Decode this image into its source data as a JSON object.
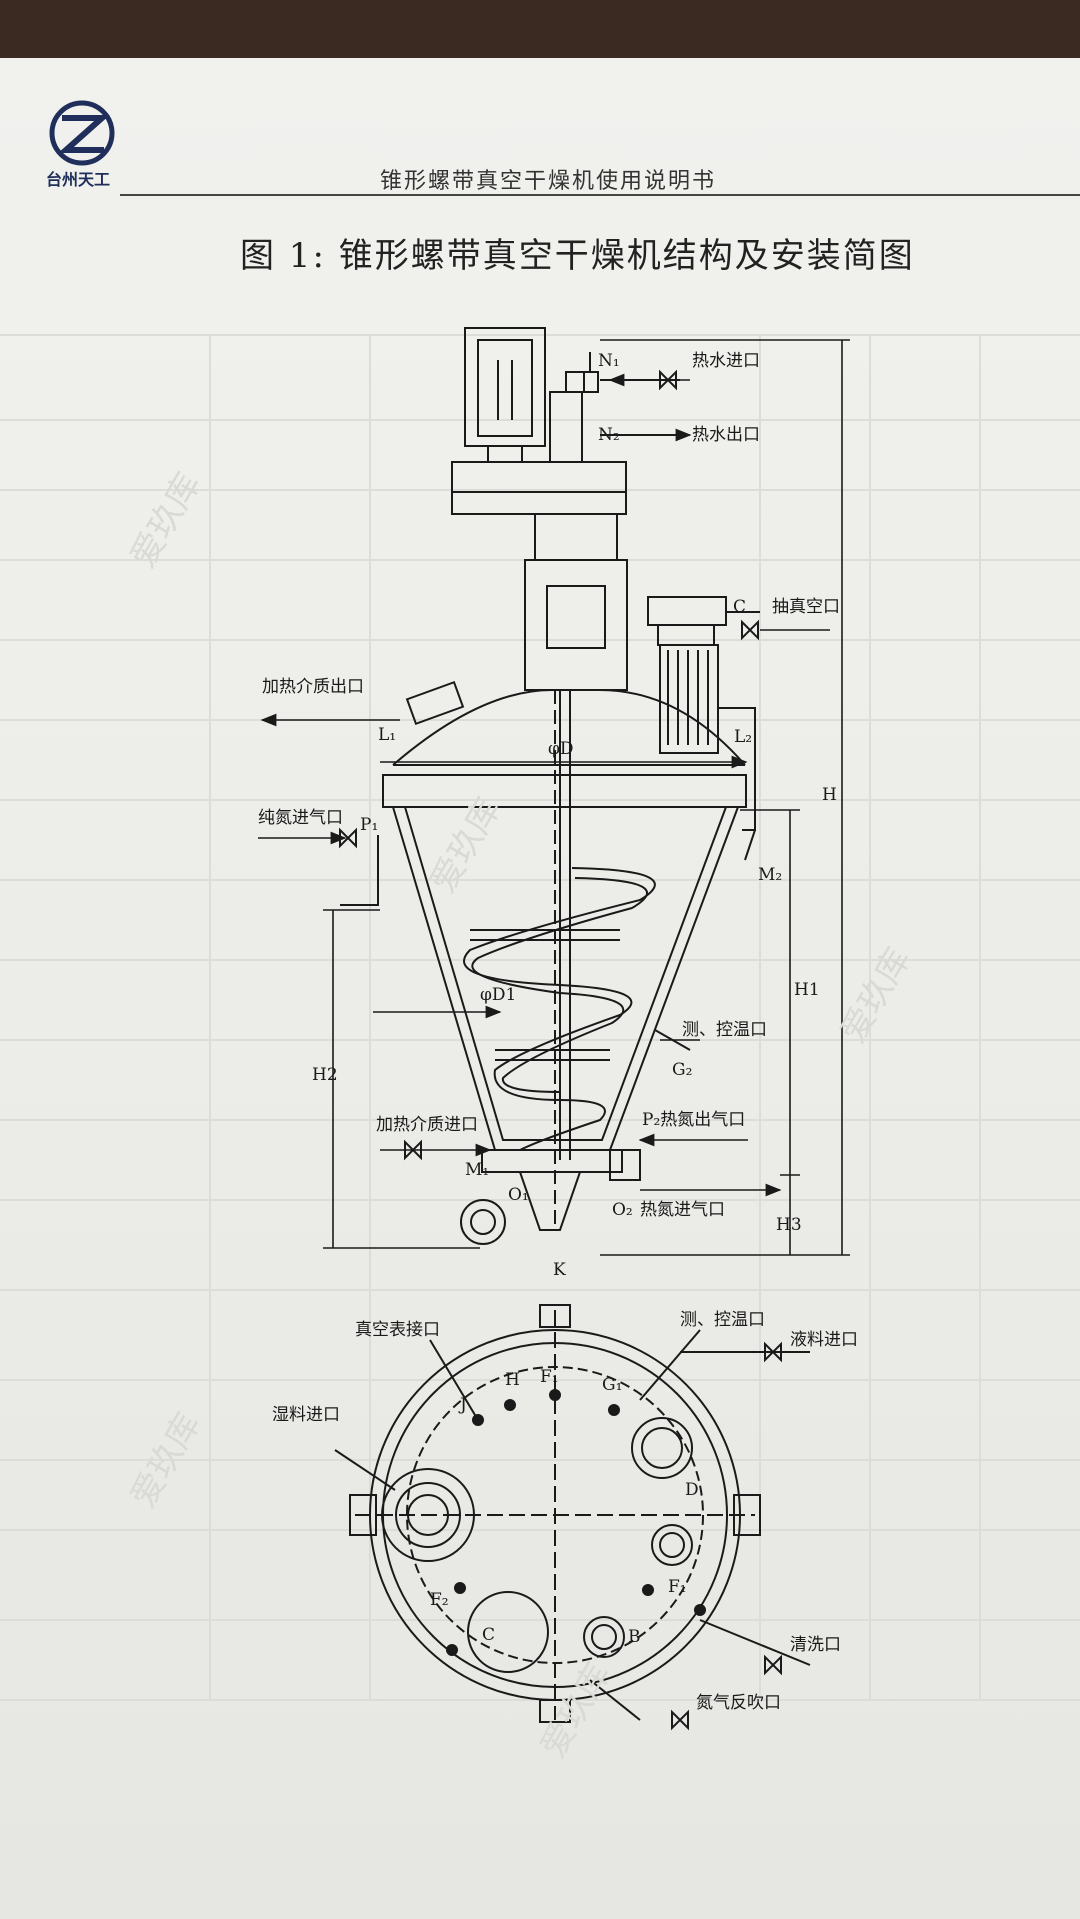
{
  "header": {
    "logo_text": "台州天工",
    "doc_title": "锥形螺带真空干燥机使用说明书"
  },
  "figure": {
    "title": "图 1:  锥形螺带真空干燥机结构及安装简图"
  },
  "side_view": {
    "n1": "N₁",
    "n2": "N₂",
    "hot_water_in": "热水进口",
    "hot_water_out": "热水出口",
    "c": "C",
    "vacuum_out": "抽真空口",
    "heat_medium_out": "加热介质出口",
    "l1": "L₁",
    "l2": "L₂",
    "phi_d": "φD",
    "h": "H",
    "pure_n2_in": "纯氮进气口",
    "p1": "P₁",
    "m2": "M₂",
    "phi_d1": "φD1",
    "h1": "H1",
    "h2": "H2",
    "temp_port": "测、控温口",
    "g2": "G₂",
    "heat_medium_in": "加热介质进口",
    "p2_hot_n2_out": "P₂热氮出气口",
    "m1": "M₁",
    "o1": "O₁",
    "o2": "O₂",
    "hot_n2_in": "热氮进气口",
    "h3": "H3",
    "k": "K"
  },
  "top_view": {
    "vacuum_gauge": "真空表接口",
    "temp_port": "测、控温口",
    "liquid_in": "液料进口",
    "wet_material_in": "湿料进口",
    "clean_port": "清洗口",
    "n2_blowback": "氮气反吹口",
    "j": "J",
    "h": "H",
    "f1_top": "F₁",
    "g1": "G₁",
    "d": "D",
    "f2": "F₂",
    "c": "C",
    "b": "B",
    "f1_right": "F₁"
  },
  "watermark": "爱玖库"
}
